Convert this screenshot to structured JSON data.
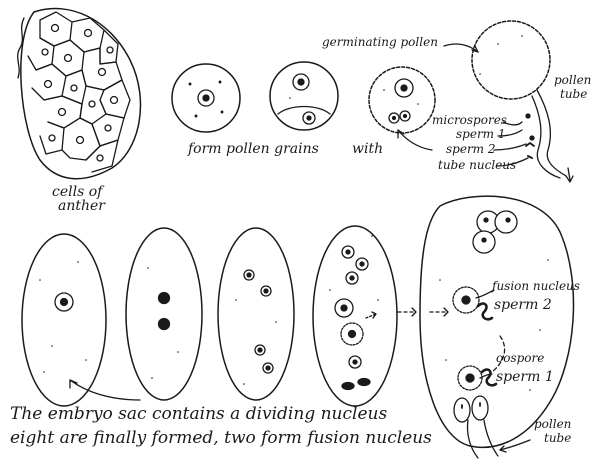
{
  "labels": {
    "cells_of": "cells of",
    "anther": "anther",
    "form_pollen_grains": "form pollen grains",
    "with": "with",
    "germinating_pollen": "germinating pollen",
    "pollen_1": "pollen",
    "tube_1": "tube",
    "microspores": "microspores",
    "sperm1_top": "sperm 1",
    "sperm2_top": "sperm 2",
    "tube_nucleus": "tube nucleus",
    "fusion_nucleus": "fusion nucleus",
    "sperm2_right": "sperm 2",
    "oospore": "oospore",
    "sperm1_right": "sperm 1",
    "pollen_2": "pollen",
    "tube_2": "tube",
    "caption_line1": "The embryo sac contains a dividing nucleus",
    "caption_line2": "eight are finally formed, two form fusion nucleus"
  },
  "colors": {
    "ink": "#1a1a1a",
    "paper": "#ffffff"
  }
}
